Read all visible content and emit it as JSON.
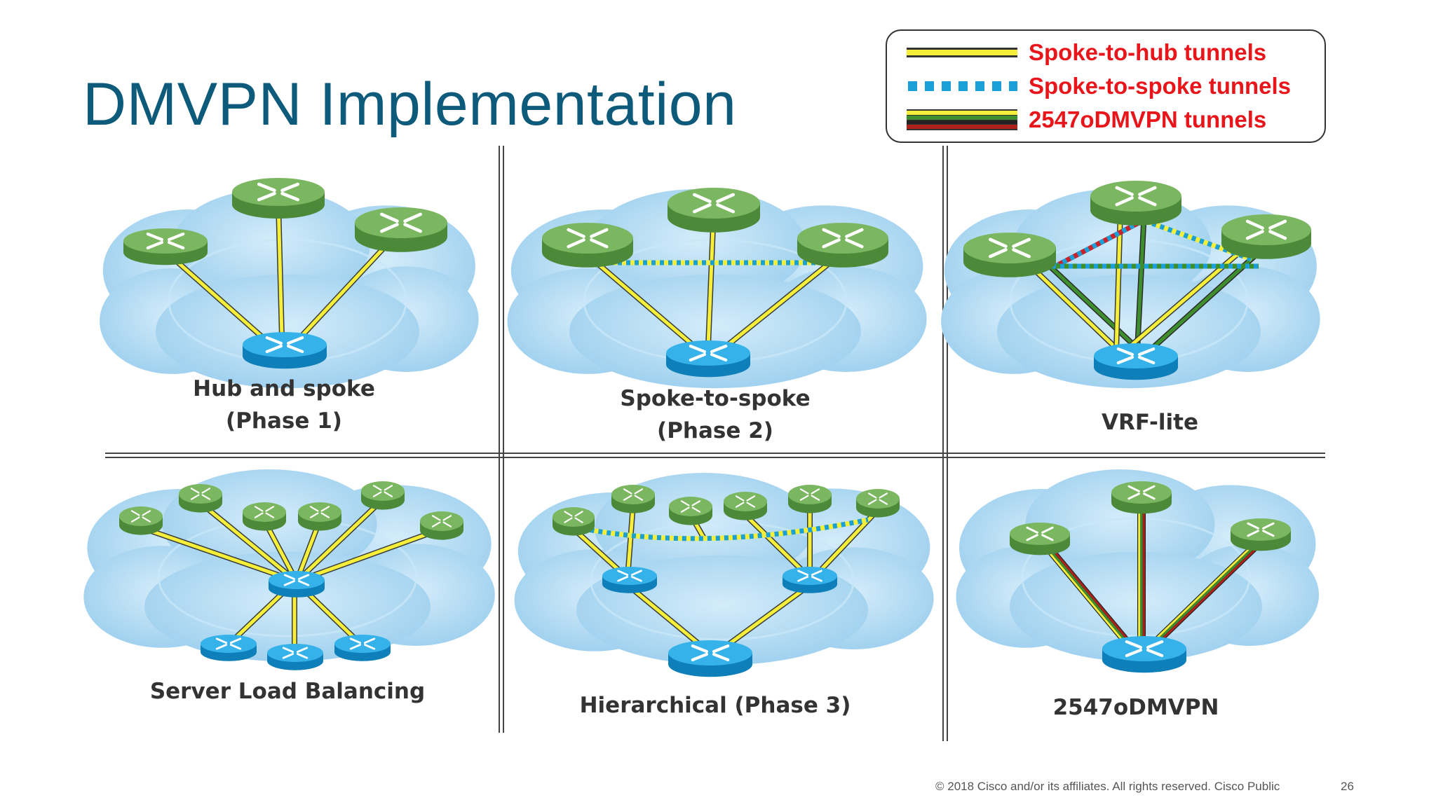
{
  "title": "DMVPN Implementation",
  "legend": {
    "items": [
      {
        "label": "Spoke-to-hub tunnels",
        "style": "solid-yellow"
      },
      {
        "label": "Spoke-to-spoke tunnels",
        "style": "dashed-blue"
      },
      {
        "label": "2547oDMVPN tunnels",
        "style": "multi-stripe"
      }
    ],
    "text_color": "#e8161b"
  },
  "panels": [
    {
      "id": "hub-and-spoke",
      "label_lines": [
        "Hub and spoke",
        "(Phase 1)"
      ]
    },
    {
      "id": "spoke-to-spoke",
      "label_lines": [
        "Spoke-to-spoke",
        "(Phase 2)"
      ]
    },
    {
      "id": "vrf-lite",
      "label_lines": [
        "VRF-lite"
      ]
    },
    {
      "id": "server-load-balancing",
      "label_lines": [
        "Server Load Balancing"
      ]
    },
    {
      "id": "hierarchical",
      "label_lines": [
        "Hierarchical (Phase 3)"
      ]
    },
    {
      "id": "2547odmvpn",
      "label_lines": [
        "2547oDMVPN"
      ]
    }
  ],
  "footer": {
    "copyright": "© 2018  Cisco and/or its affiliates. All rights reserved.   Cisco Public",
    "page_number": "26"
  },
  "colors": {
    "title": "#0d5a7a",
    "spoke_router": "#6aa84f",
    "hub_router": "#1a9fd9",
    "cloud": "#a9d8f2",
    "tunnel_yellow": "#f5ef3a",
    "tunnel_blue": "#1aa0d8",
    "tunnel_green": "#3e8e2e",
    "tunnel_red": "#b0201c"
  },
  "icons": {
    "spoke": "router-icon-green",
    "hub": "router-icon-blue",
    "cloud": "cloud-icon"
  }
}
